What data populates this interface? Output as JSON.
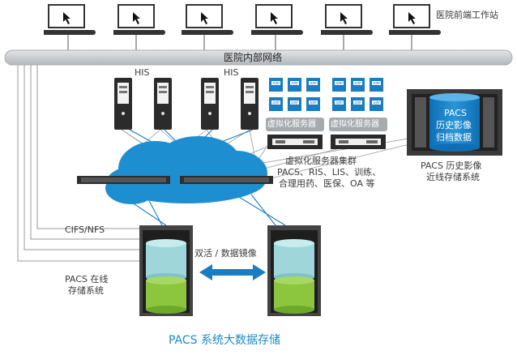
{
  "network": {
    "label": "医院内部网络"
  },
  "workstations": {
    "label": "医院前端工作站"
  },
  "his": {
    "label_left": "HIS",
    "label_right": "HIS"
  },
  "virtual": {
    "server_label_1": "虚拟化服务器",
    "server_label_2": "虚拟化服务器",
    "cluster_title": "虚拟化服务器集群",
    "cluster_line2": "PACS、RIS、LIS、训练、",
    "cluster_line3": "合理用药、医保、OA 等"
  },
  "archive": {
    "db_line1": "PACS",
    "db_line2": "历史影像",
    "db_line3": "归档数据",
    "caption_line1": "PACS 历史影像",
    "caption_line2": "近线存储系统"
  },
  "storage": {
    "cifs_label": "CIFS/NFS",
    "online_line1": "PACS 在线",
    "online_line2": "存储系统",
    "mirror_label": "双活 / 数据镜像",
    "title": "PACS 系统大数据存储"
  },
  "app_icon": {
    "label": "APP"
  },
  "colors": {
    "accent_blue": "#1a7cc1",
    "cloud": "#1d8fd1",
    "network_bar": "#c9ccce",
    "title_blue": "#1a8bc9",
    "disk_cyan": "#9ed6d9",
    "disk_green": "#8cc63f"
  }
}
